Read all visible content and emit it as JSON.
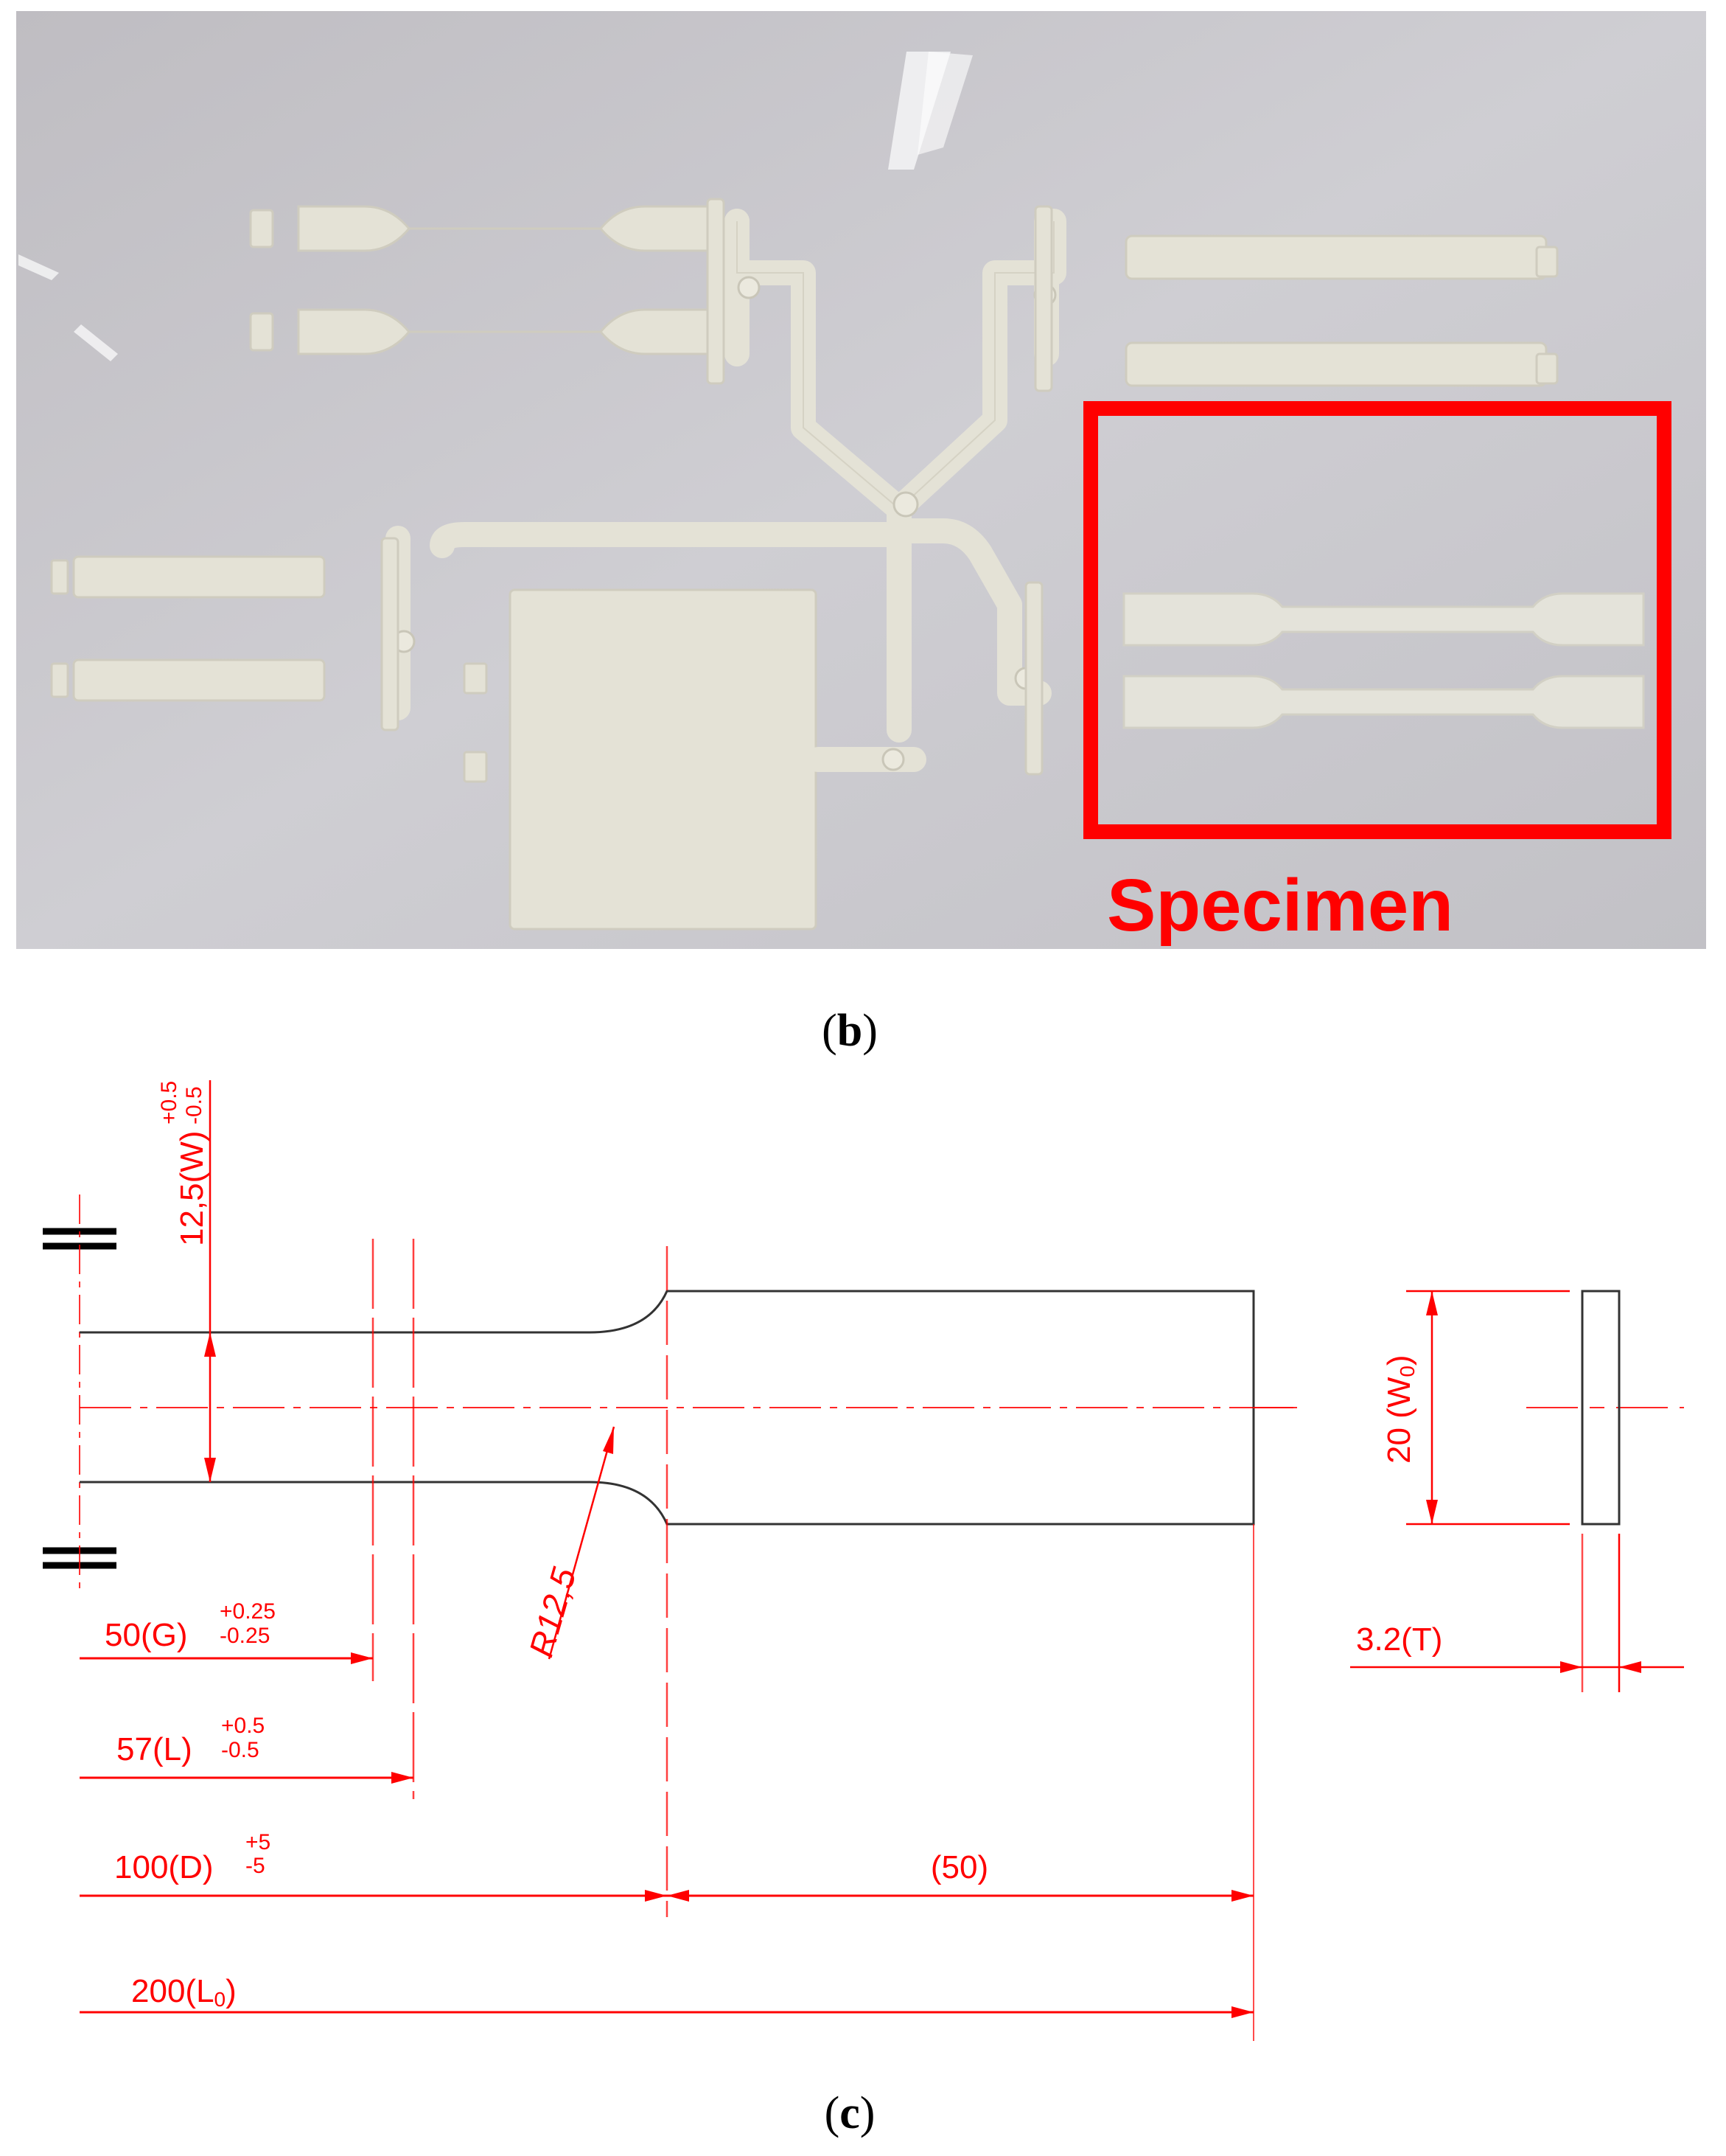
{
  "figure_b": {
    "caption_letter": "b",
    "caption_open": "(",
    "caption_close": ")",
    "photo_label": "Specimen",
    "highlight_color": "#ff0000",
    "background_color": "#c4c3c8",
    "part_color": "#e6e4d8"
  },
  "figure_c": {
    "caption_letter": "c",
    "caption_open": "(",
    "caption_close": ")",
    "line_color": "#ff0000",
    "outline_color": "#333333",
    "dimensions": {
      "width_main": "12,5(W)",
      "width_tol_plus": "+0.5",
      "width_tol_minus": "-0.5",
      "radius": "R12,5",
      "gauge_main": "50(G)",
      "gauge_tol_plus": "+0.25",
      "gauge_tol_minus": "-0.25",
      "length_main": "57(L)",
      "length_tol_plus": "+0.5",
      "length_tol_minus": "-0.5",
      "distance_main": "100(D)",
      "distance_tol_plus": "+5",
      "distance_tol_minus": "-5",
      "half_overall": "(50)",
      "overall_main": "200(L",
      "overall_sub": "0",
      "overall_close": ")",
      "end_width_main": "20 (W",
      "end_width_sub": "0",
      "end_width_close": ")",
      "thickness": "3.2(T)"
    }
  }
}
